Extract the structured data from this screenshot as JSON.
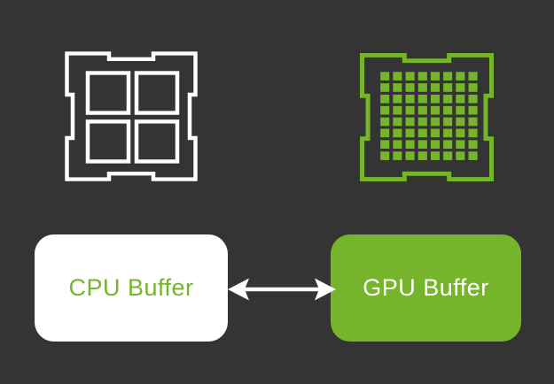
{
  "colors": {
    "background": "#343434",
    "nvidia_green": "#76B52B",
    "white": "#FFFFFF"
  },
  "chips": {
    "cpu": {
      "icon": "cpu-chip-icon",
      "color": "#FFFFFF",
      "cores_grid": "2x2"
    },
    "gpu": {
      "icon": "gpu-chip-icon",
      "color": "#76B52B",
      "cores_grid": "8x8"
    }
  },
  "buffers": {
    "cpu": {
      "label": "CPU Buffer",
      "fill": "#FFFFFF",
      "text_color": "#76B52B"
    },
    "gpu": {
      "label": "GPU Buffer",
      "fill": "#76B52B",
      "text_color": "#FFFFFF"
    }
  },
  "connection": {
    "icon": "bidirectional-arrow-icon",
    "type": "bidirectional"
  }
}
